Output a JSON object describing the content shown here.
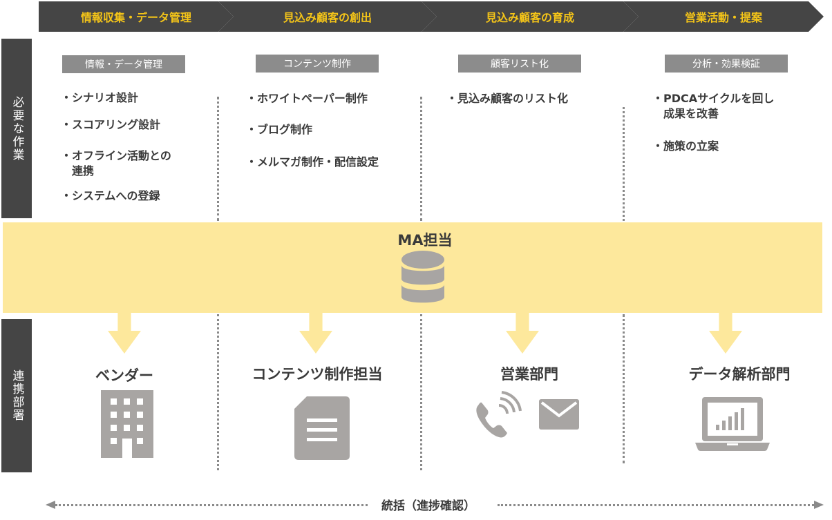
{
  "header": {
    "stages": [
      {
        "label": "情報収集・データ管理"
      },
      {
        "label": "見込み顧客の創出"
      },
      {
        "label": "見込み顧客の育成"
      },
      {
        "label": "営業活動・提案"
      }
    ]
  },
  "side_labels": {
    "tasks": "必要な作業",
    "departments": "連携部署"
  },
  "columns": [
    {
      "tag": "情報・データ管理",
      "tasks": [
        "・シナリオ設計",
        "・スコアリング設計",
        "・オフライン活動との\n　連携",
        "・システムへの登録"
      ]
    },
    {
      "tag": "コンテンツ制作",
      "tasks": [
        "・ホワイトペーパー制作",
        "・ブログ制作",
        "・メルマガ制作・配信設定"
      ]
    },
    {
      "tag": "顧客リスト化",
      "tasks": [
        "・見込み顧客のリスト化"
      ]
    },
    {
      "tag": "分析・効果検証",
      "tasks": [
        "・PDCAサイクルを回し\n　成果を改善",
        "・施策の立案"
      ]
    }
  ],
  "center": {
    "title": "MA担当",
    "icon": "database-icon"
  },
  "departments": [
    {
      "label": "ベンダー",
      "icon": "building-icon"
    },
    {
      "label": "コンテンツ制作担当",
      "icon": "document-icon"
    },
    {
      "label": "営業部門",
      "icon": "phone-mail-icon"
    },
    {
      "label": "データ解析部門",
      "icon": "laptop-chart-icon"
    }
  ],
  "footer": {
    "label": "統括（進捗確認）"
  },
  "colors": {
    "dark": "#454545",
    "accent_yellow": "#f5c518",
    "band_yellow": "#fde89c",
    "tag_gray": "#8c8c8c",
    "icon_gray": "#a8a5a3"
  }
}
